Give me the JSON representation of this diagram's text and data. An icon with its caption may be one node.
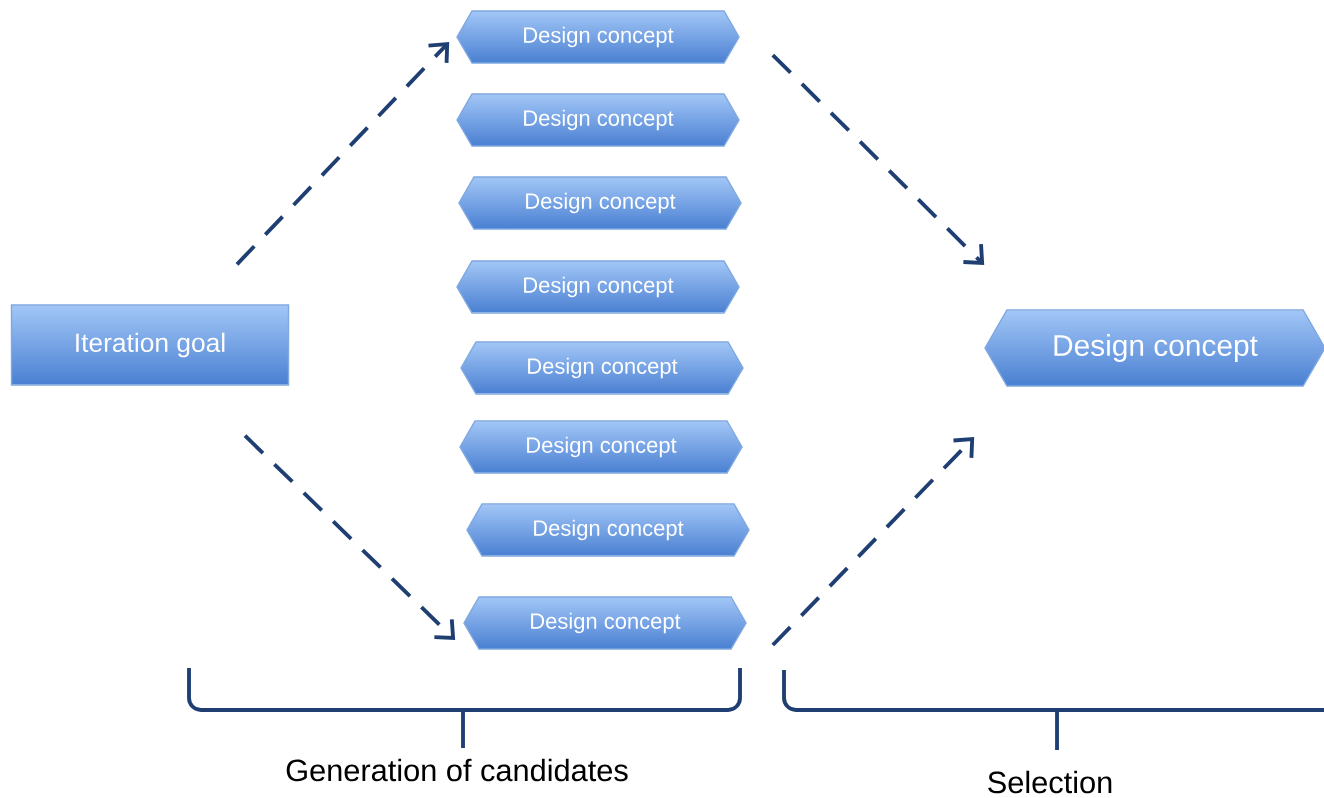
{
  "diagram": {
    "nodes": [
      {
        "text": [
          "Iteration goal"
        ]
      },
      {
        "text": [
          "Design concept"
        ]
      },
      {
        "text": [
          "Design concept"
        ]
      },
      {
        "text": [
          "Design concept"
        ]
      },
      {
        "text": [
          "Design concept"
        ]
      },
      {
        "text": [
          "Design concept"
        ]
      },
      {
        "text": [
          "Design concept"
        ]
      },
      {
        "text": [
          "Design concept"
        ]
      },
      {
        "text": [
          "Design concept"
        ]
      },
      {
        "text": [
          "Design concept"
        ]
      }
    ],
    "edges": [
      {
        "from": 0,
        "to": 1,
        "arrow": "to",
        "style": "dashed"
      },
      {
        "from": 0,
        "to": 8,
        "arrow": "to",
        "style": "dashed"
      },
      {
        "from": 1,
        "to": 9,
        "arrow": "to",
        "style": "dashed"
      },
      {
        "from": 8,
        "to": 9,
        "arrow": "to",
        "style": "dashed"
      }
    ],
    "labels": [
      "Generation of candidates",
      "Selection"
    ]
  }
}
